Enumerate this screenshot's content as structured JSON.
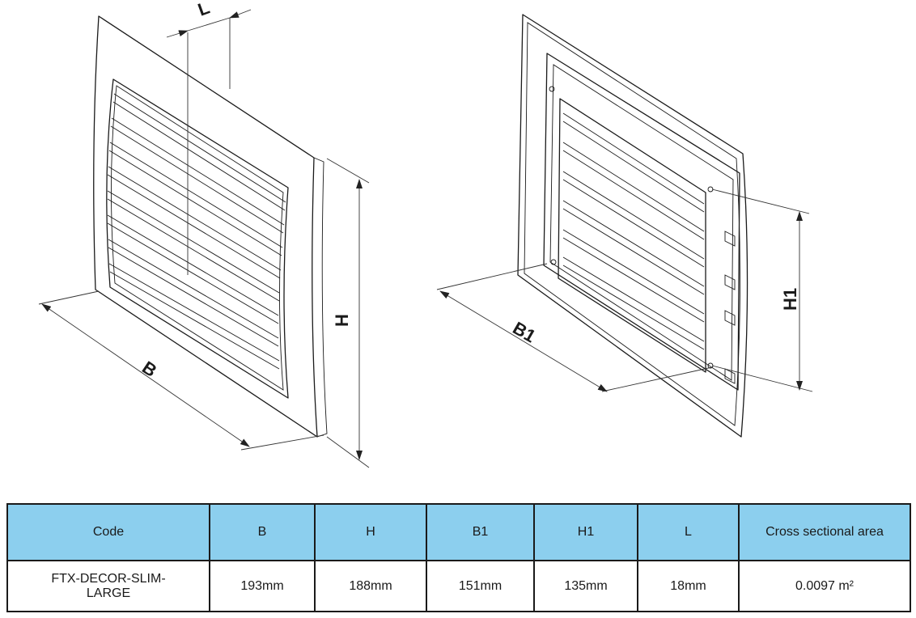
{
  "diagram": {
    "front_view": {
      "labels": {
        "width": "B",
        "height": "H",
        "depth": "L"
      }
    },
    "back_view": {
      "labels": {
        "width": "B1",
        "height": "H1"
      }
    }
  },
  "table": {
    "headers": [
      "Code",
      "B",
      "H",
      "B1",
      "H1",
      "L",
      "Cross sectional area"
    ],
    "rows": [
      {
        "code": "FTX-DECOR-SLIM-LARGE",
        "b": "193mm",
        "h": "188mm",
        "b1": "151mm",
        "h1": "135mm",
        "l": "18mm",
        "area": "0.0097 m²"
      }
    ],
    "header_color": "#8ccfee",
    "border_color": "#1a1a1a"
  }
}
